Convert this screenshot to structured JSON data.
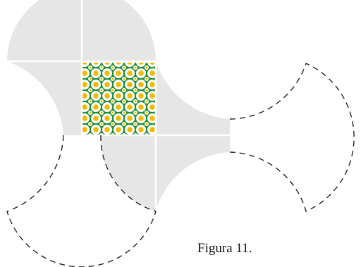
{
  "caption": "Figura 11.",
  "colors": {
    "shape_fill": "#e6e6e6",
    "divider": "#ffffff",
    "dashed_outline": "#222222",
    "fabric_green": "#1f8f3a",
    "fabric_flower_petal": "#ffffff",
    "fabric_flower_center": "#f5b800"
  },
  "fabric_motif": "daisy-print",
  "outline_style": "dashed"
}
